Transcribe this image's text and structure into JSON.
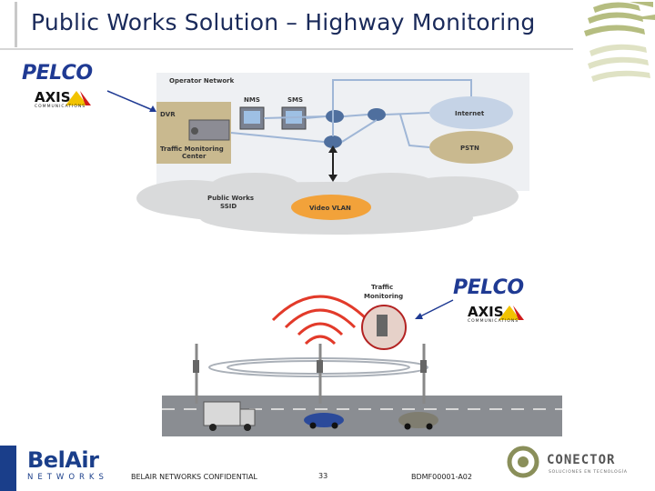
{
  "header": {
    "title": "Public Works Solution – Highway Monitoring"
  },
  "logos": {
    "pelco": "PELCO",
    "axis": "AXIS",
    "axis_sub": "COMMUNICATIONS",
    "belair_main": "BelAir",
    "belair_sub": "NETWORKS",
    "conector_main": "CONECTOR",
    "conector_sub": "SOLUCIONES EN TECNOLOGÍA"
  },
  "diagram": {
    "operator_network": "Operator Network",
    "nms": "NMS",
    "sms": "SMS",
    "dvr": "DVR",
    "tmc_line1": "Traffic Monitoring",
    "tmc_line2": "Center",
    "internet": "Internet",
    "pstn": "PSTN",
    "pw_line1": "Public Works",
    "pw_line2": "SSID",
    "video_vlan": "Video VLAN",
    "traffic_line1": "Traffic",
    "traffic_line2": "Monitoring"
  },
  "footer": {
    "confidential": "BELAIR NETWORKS CONFIDENTIAL",
    "page_number": "33",
    "doc_code": "BDMF00001-A02"
  },
  "colors": {
    "title": "#1a2a5a",
    "brand_blue": "#1f3a93",
    "belair_blue": "#1a3e8a",
    "vlan_orange": "#f2a23a",
    "tmc_tan": "#c9b98f",
    "cloud_grey": "#d9dadb",
    "network_blue": "#9fb6d6",
    "accent_green": "#a9b26a"
  }
}
